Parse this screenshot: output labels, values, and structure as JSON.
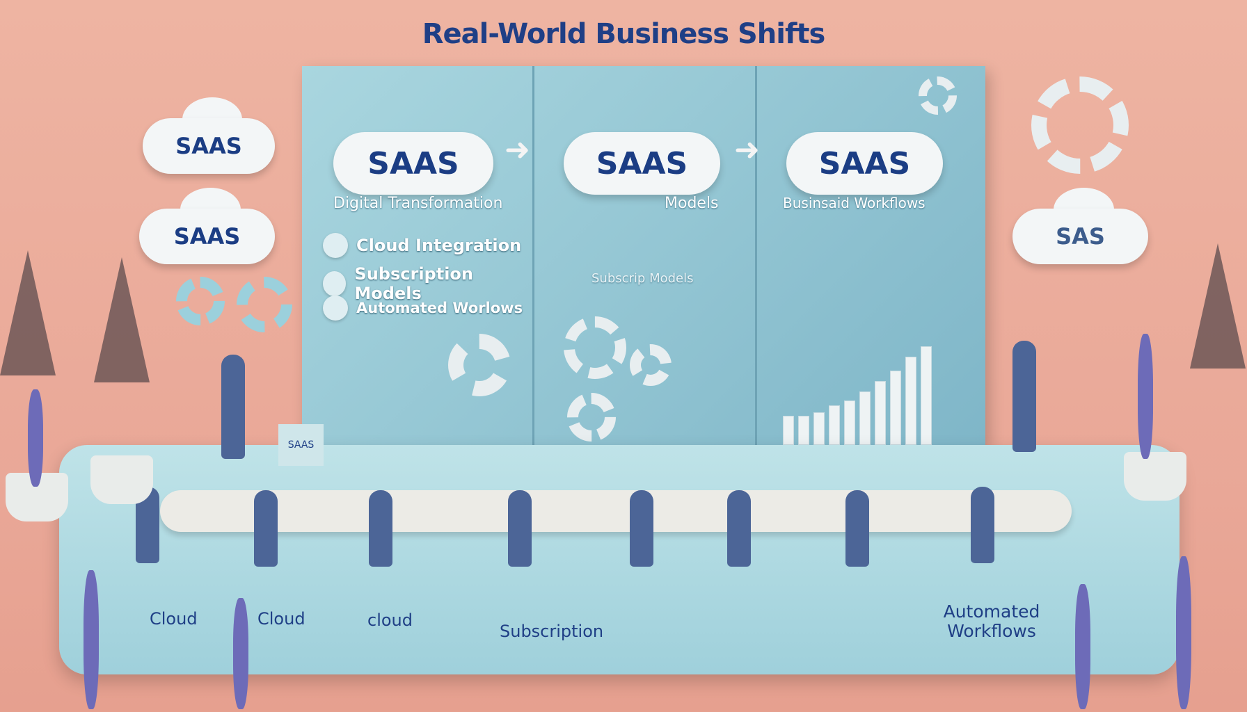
{
  "title": "Real-World Business Shifts",
  "clouds": {
    "left_top": "SAAS",
    "left_bottom": "SAAS",
    "right": "SAS",
    "panel_1": "SAAS",
    "panel_2": "SAAS",
    "panel_3": "SAAS"
  },
  "panel_1": {
    "heading": "Digital Transformation",
    "items": [
      "Cloud Integration",
      "Subscription Models",
      "Automated Worlows"
    ],
    "box_label": "SAAS"
  },
  "panel_2": {
    "heading": "Models",
    "sub": "Subscrip Models"
  },
  "panel_3": {
    "heading": "Businsaid Workflows"
  },
  "bottom_labels": [
    "Cloud",
    "Cloud",
    "cloud",
    "Subscription",
    "Automated Workflows"
  ],
  "colors": {
    "background": "#eeb4a2",
    "panel": "#8fc3d2",
    "text": "#1f3f86",
    "suits": "#4c6597"
  }
}
